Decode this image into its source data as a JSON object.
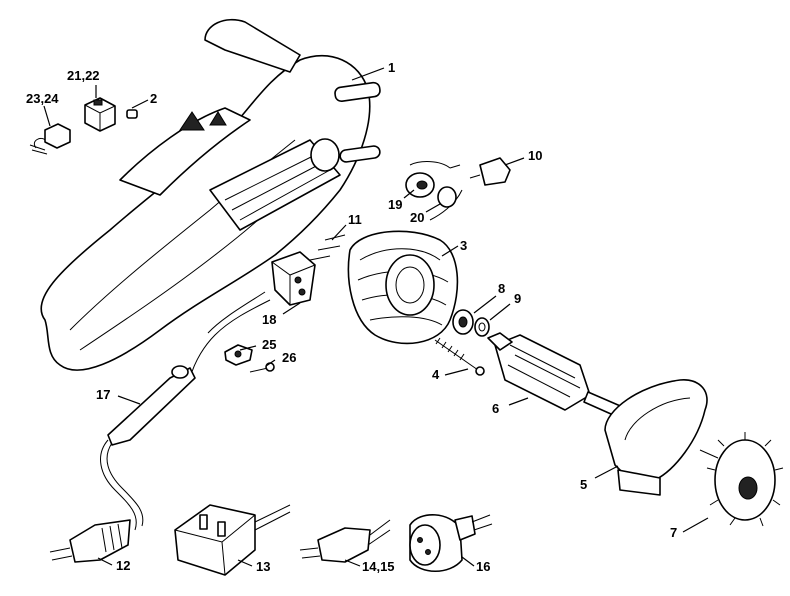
{
  "labels": {
    "l1": "1",
    "l2": "2",
    "l3": "3",
    "l4": "4",
    "l5": "5",
    "l6": "6",
    "l7": "7",
    "l8": "8",
    "l9": "9",
    "l10": "10",
    "l11": "11",
    "l12": "12",
    "l13": "13",
    "l14_15": "14,15",
    "l16": "16",
    "l17": "17",
    "l18": "18",
    "l19": "19",
    "l20": "20",
    "l21_22": "21,22",
    "l23_24": "23,24",
    "l25": "25",
    "l26": "26"
  }
}
